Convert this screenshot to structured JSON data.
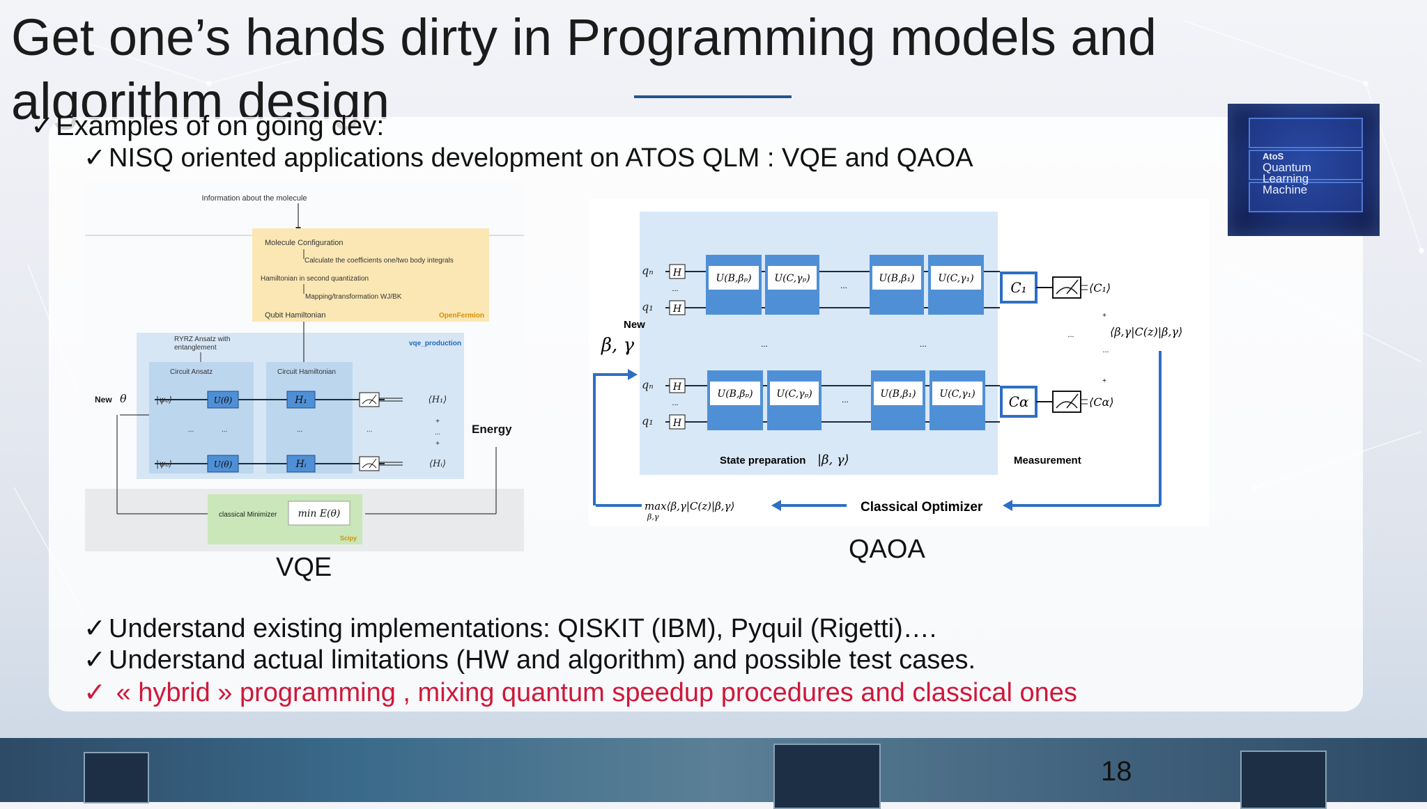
{
  "slide": {
    "title": "Get one’s hands dirty  in Programming models and algorithm design",
    "page_number": "18",
    "accent_color": "#23558f",
    "highlight_color": "#d0173a"
  },
  "bullets": {
    "check": "✓",
    "examples": "Examples of on going  dev:",
    "nisq": "NISQ oriented applications development on ATOS QLM : VQE and QAOA",
    "understand_impl": "Understand existing implementations: QISKIT (IBM), Pyquil (Rigetti)….",
    "understand_limits": "Understand actual limitations (HW and algorithm) and possible test cases.",
    "hybrid": "« hybrid » programming , mixing quantum speedup procedures and classical ones"
  },
  "logo": {
    "line1": "AtoS",
    "line2": "Quantum",
    "line3": "Learning",
    "line4": "Machine"
  },
  "vqe": {
    "caption": "VQE",
    "info_molecule": "Information about the molecule",
    "molecule_config": "Molecule Configuration",
    "calc_coeffs": "Calculate the coefficients one/two body integrals",
    "hamiltonian_second": "Hamiltonian in second quantization",
    "mapping": "Mapping/transformation WJ/BK",
    "qubit_hamiltonian": "Qubit Hamiltonian",
    "openfermion": "OpenFermion",
    "ryrz": "RYRZ Ansatz with",
    "entanglement": "entanglement",
    "vqe_production": "vqe_production",
    "circuit_ansatz": "Circuit Ansatz",
    "circuit_hamiltonian": "Circuit Hamiltonian",
    "new_label": "New",
    "theta": "θ",
    "psi0": "|ψ₀⟩",
    "u_theta": "U(θ)",
    "h1": "H₁",
    "hi": "Hᵢ",
    "exp_h1": "⟨H₁⟩",
    "exp_hi": "⟨Hᵢ⟩",
    "plus": "+",
    "dots": "...",
    "energy": "Energy",
    "classical_minimizer": "classical  Minimizer",
    "min_expr": "min E(θ)",
    "scipy": "Scipy"
  },
  "qaoa": {
    "caption": "QAOA",
    "qn": "qₙ",
    "q1": "q₁",
    "h_gate": "H",
    "new_label": "New",
    "beta_gamma": "β, γ",
    "u_b_bp": "U(B,βₚ)",
    "u_c_gp": "U(C,γₚ)",
    "u_b_b1": "U(B,β₁)",
    "u_c_g1": "U(C,γ₁)",
    "dots": "...",
    "c1": "C₁",
    "calpha": "Cα",
    "exp_c1": "⟨C₁⟩",
    "exp_calpha": "⟨Cα⟩",
    "plus": "+",
    "expectation": "⟨β,γ|C(z)|β,γ⟩",
    "state_preparation": "State preparation",
    "state_ket": "|β, γ⟩",
    "measurement": "Measurement",
    "max_expr": "max⟨β,γ|C(z)|β,γ⟩",
    "max_sub": "β,γ",
    "classical_optimizer": "Classical Optimizer"
  }
}
